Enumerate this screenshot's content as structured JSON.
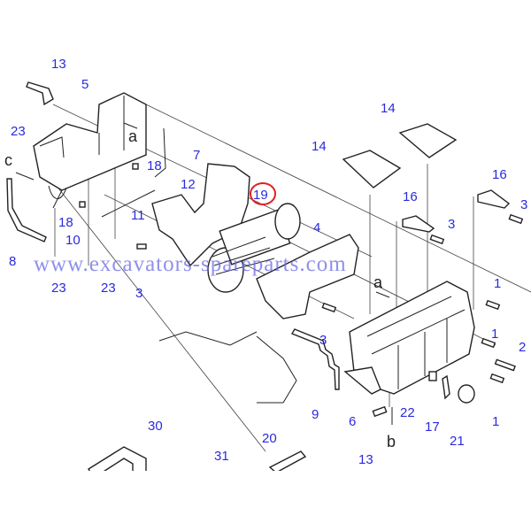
{
  "diagram": {
    "labels": {
      "p13_top": "13",
      "p5": "5",
      "p23a": "23",
      "pa1": "a",
      "pc": "c",
      "p18a": "18",
      "p7": "7",
      "p12": "12",
      "p19": "19",
      "p18b": "18",
      "p11": "11",
      "p8": "8",
      "p10": "10",
      "p23b": "23",
      "p23c": "23",
      "p3a": "3",
      "p4": "4",
      "p14a": "14",
      "p14b": "14",
      "p16a": "16",
      "p16b": "16",
      "p3b": "3",
      "p3c": "3",
      "p1a": "1",
      "pa2": "a",
      "p1b": "1",
      "p2": "2",
      "p3d": "3",
      "p9": "9",
      "p6": "6",
      "p22": "22",
      "p17": "17",
      "p21": "21",
      "p1c": "1",
      "pb": "b",
      "p13_bot": "13",
      "p20": "20",
      "p30": "30",
      "p31": "31"
    },
    "highlighted_part": "19",
    "highlight_color": "#e02020",
    "label_color": "#2a2adf",
    "watermark": "www.excavators-spareparts.com"
  }
}
